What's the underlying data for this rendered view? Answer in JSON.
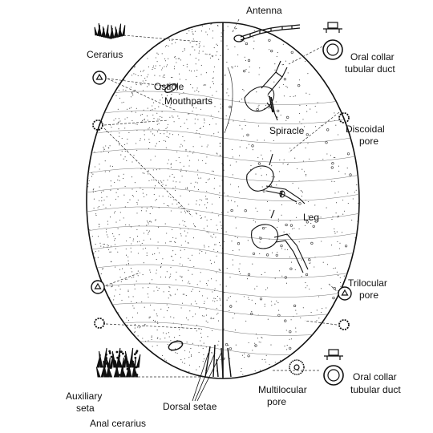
{
  "labels": {
    "antenna": "Antenna",
    "cerarius": "Cerarius",
    "ostiole": "Ostiole",
    "mouthparts": "Mouthparts",
    "oral_collar_1a": "Oral collar",
    "oral_collar_1b": "tubular duct",
    "spiracle": "Spiracle",
    "discoidal_a": "Discoidal",
    "discoidal_b": "pore",
    "leg": "Leg",
    "trilocular_a": "Trilocular",
    "trilocular_b": "pore",
    "oral_collar_2a": "Oral collar",
    "oral_collar_2b": "tubular duct",
    "auxiliary_a": "Auxiliary",
    "auxiliary_b": "seta",
    "anal_cerarius": "Anal cerarius",
    "dorsal_setae": "Dorsal setae",
    "multilocular_a": "Multilocular",
    "multilocular_b": "pore"
  },
  "colors": {
    "ink": "#111111",
    "stipple": "#333333",
    "background": "#ffffff"
  }
}
